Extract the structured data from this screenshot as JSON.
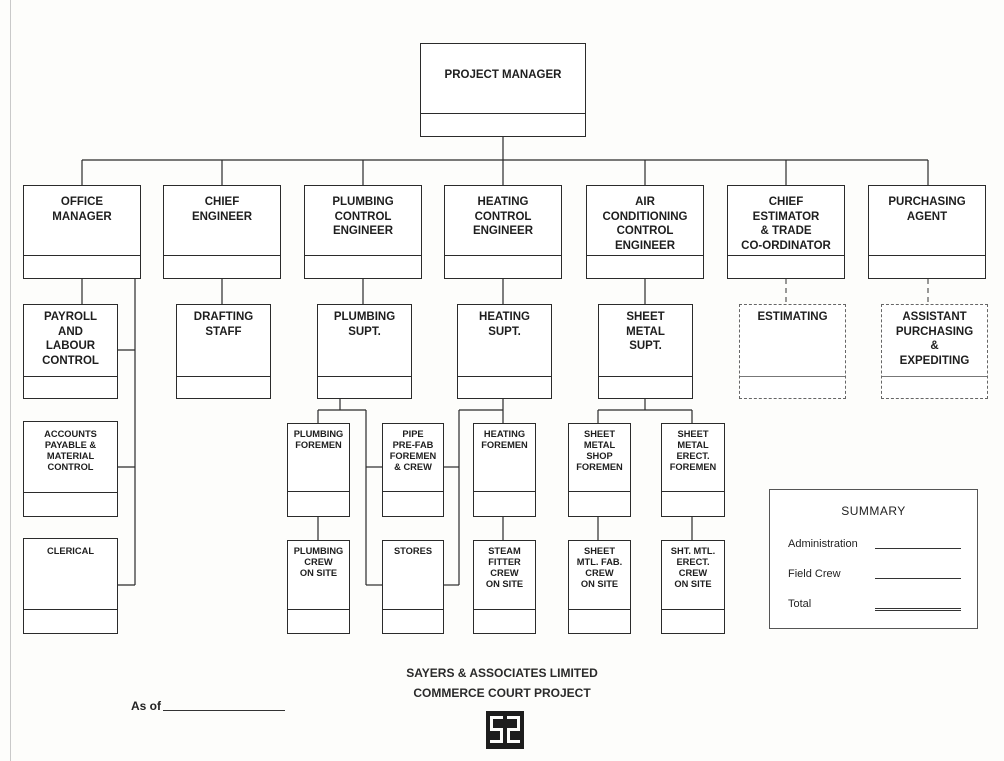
{
  "org_chart": {
    "project_manager": "PROJECT MANAGER",
    "managers": [
      "OFFICE\nMANAGER",
      "CHIEF\nENGINEER",
      "PLUMBING\nCONTROL\nENGINEER",
      "HEATING\nCONTROL\nENGINEER",
      "AIR\nCONDITIONING\nCONTROL\nENGINEER",
      "CHIEF\nESTIMATOR\n& TRADE\nCO-ORDINATOR",
      "PURCHASING\nAGENT"
    ],
    "level2": [
      "PAYROLL\nAND\nLABOUR\nCONTROL",
      "DRAFTING\nSTAFF",
      "PLUMBING\nSUPT.",
      "HEATING\nSUPT.",
      "SHEET\nMETAL\nSUPT.",
      "ESTIMATING",
      "ASSISTANT\nPURCHASING\n&\nEXPEDITING"
    ],
    "office_staff": [
      "ACCOUNTS\nPAYABLE &\nMATERIAL\nCONTROL",
      "CLERICAL"
    ],
    "foremen": [
      "PLUMBING\nFOREMEN",
      "PIPE\nPRE-FAB\nFOREMEN\n& CREW",
      "HEATING\nFOREMEN",
      "SHEET\nMETAL\nSHOP\nFOREMEN",
      "SHEET\nMETAL\nERECT.\nFOREMEN"
    ],
    "crews": [
      "PLUMBING\nCREW\nON SITE",
      "STORES",
      "STEAM\nFITTER\nCREW\nON SITE",
      "SHEET\nMTL. FAB.\nCREW\nON SITE",
      "SHT. MTL.\nERECT.\nCREW\nON SITE"
    ]
  },
  "summary": {
    "title": "SUMMARY",
    "rows": [
      "Administration",
      "Field Crew",
      "Total"
    ]
  },
  "footer": {
    "company": "SAYERS & ASSOCIATES LIMITED",
    "project": "COMMERCE COURT PROJECT",
    "as_of": "As of"
  },
  "logo": {
    "name": "sayers-logo-icon",
    "color": "#1d1d1d"
  },
  "colors": {
    "line": "#2b2b2b",
    "paper": "#fdfdfb"
  }
}
